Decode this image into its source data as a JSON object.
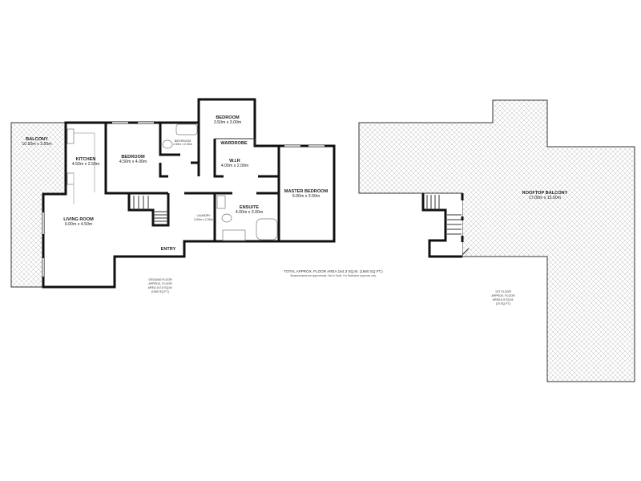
{
  "ground_floor": {
    "rooms": [
      {
        "name": "BALCONY",
        "size": "10.50m x 3.50m"
      },
      {
        "name": "KITCHEN",
        "size": "4.50m x 2.50m"
      },
      {
        "name": "BEDROOM",
        "size": "4.50m x 4.00m"
      },
      {
        "name": "BATHROOM",
        "size": "2.50m x 2.00m"
      },
      {
        "name": "BEDROOM",
        "size": "3.50m x 3.00m"
      },
      {
        "name": "WARDROBE",
        "size": ""
      },
      {
        "name": "W.I.R",
        "size": "4.00m x 2.00m"
      },
      {
        "name": "MASTER BEDROOM",
        "size": "6.00m x 3.50m"
      },
      {
        "name": "ENSUITE",
        "size": "4.00m x 3.00m"
      },
      {
        "name": "LAUNDRY",
        "size": "3.00m x 2.00m"
      },
      {
        "name": "LIVING ROOM",
        "size": "6.00m x 4.50m"
      },
      {
        "name": "ENTRY",
        "size": ""
      }
    ],
    "area_label": [
      "GROUND FLOOR",
      "APPROX. FLOOR",
      "AREA 147.8 SQ.M.",
      "(1590 SQ.FT.)"
    ]
  },
  "first_floor": {
    "rooms": [
      {
        "name": "ROOFTOP BALCONY",
        "size": "17.00m x 15.00m"
      }
    ],
    "area_label": [
      "1ST FLOOR",
      "APPROX. FLOOR",
      "AREA 6.5 SQ.M.",
      "(70 SQ.FT.)"
    ]
  },
  "totals": {
    "total": "TOTAL APPROX. FLOOR AREA 154.3 SQ.M. (1660 SQ.FT.)",
    "disclaimer": "Measurements are approximate. Not to Scale. For illustrative purposes only."
  },
  "colors": {
    "wall": "#111111",
    "hatch": "#bbbbbb"
  }
}
